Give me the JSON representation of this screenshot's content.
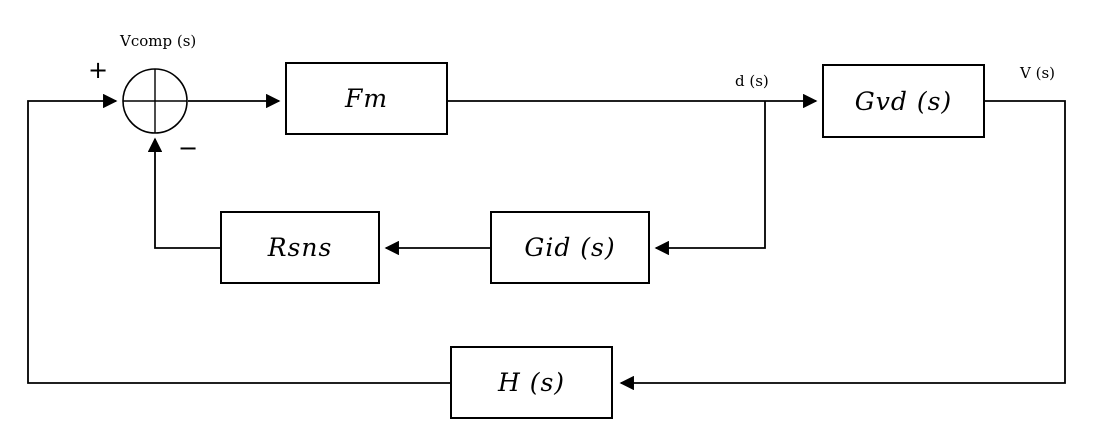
{
  "diagram": {
    "type": "control-system-block-diagram",
    "colors": {
      "line": "#000000",
      "background": "#ffffff"
    },
    "blocks": {
      "fm": {
        "label": "Fm"
      },
      "gvd": {
        "label": "Gvd (s)"
      },
      "gid": {
        "label": "Gid (s)"
      },
      "rsns": {
        "label": "Rsns"
      },
      "h": {
        "label": "H (s)"
      }
    },
    "signals": {
      "vcomp": "Vcomp (s)",
      "d": "d (s)",
      "v": "V (s)"
    },
    "signs": {
      "plus": "+",
      "minus": "−"
    }
  }
}
